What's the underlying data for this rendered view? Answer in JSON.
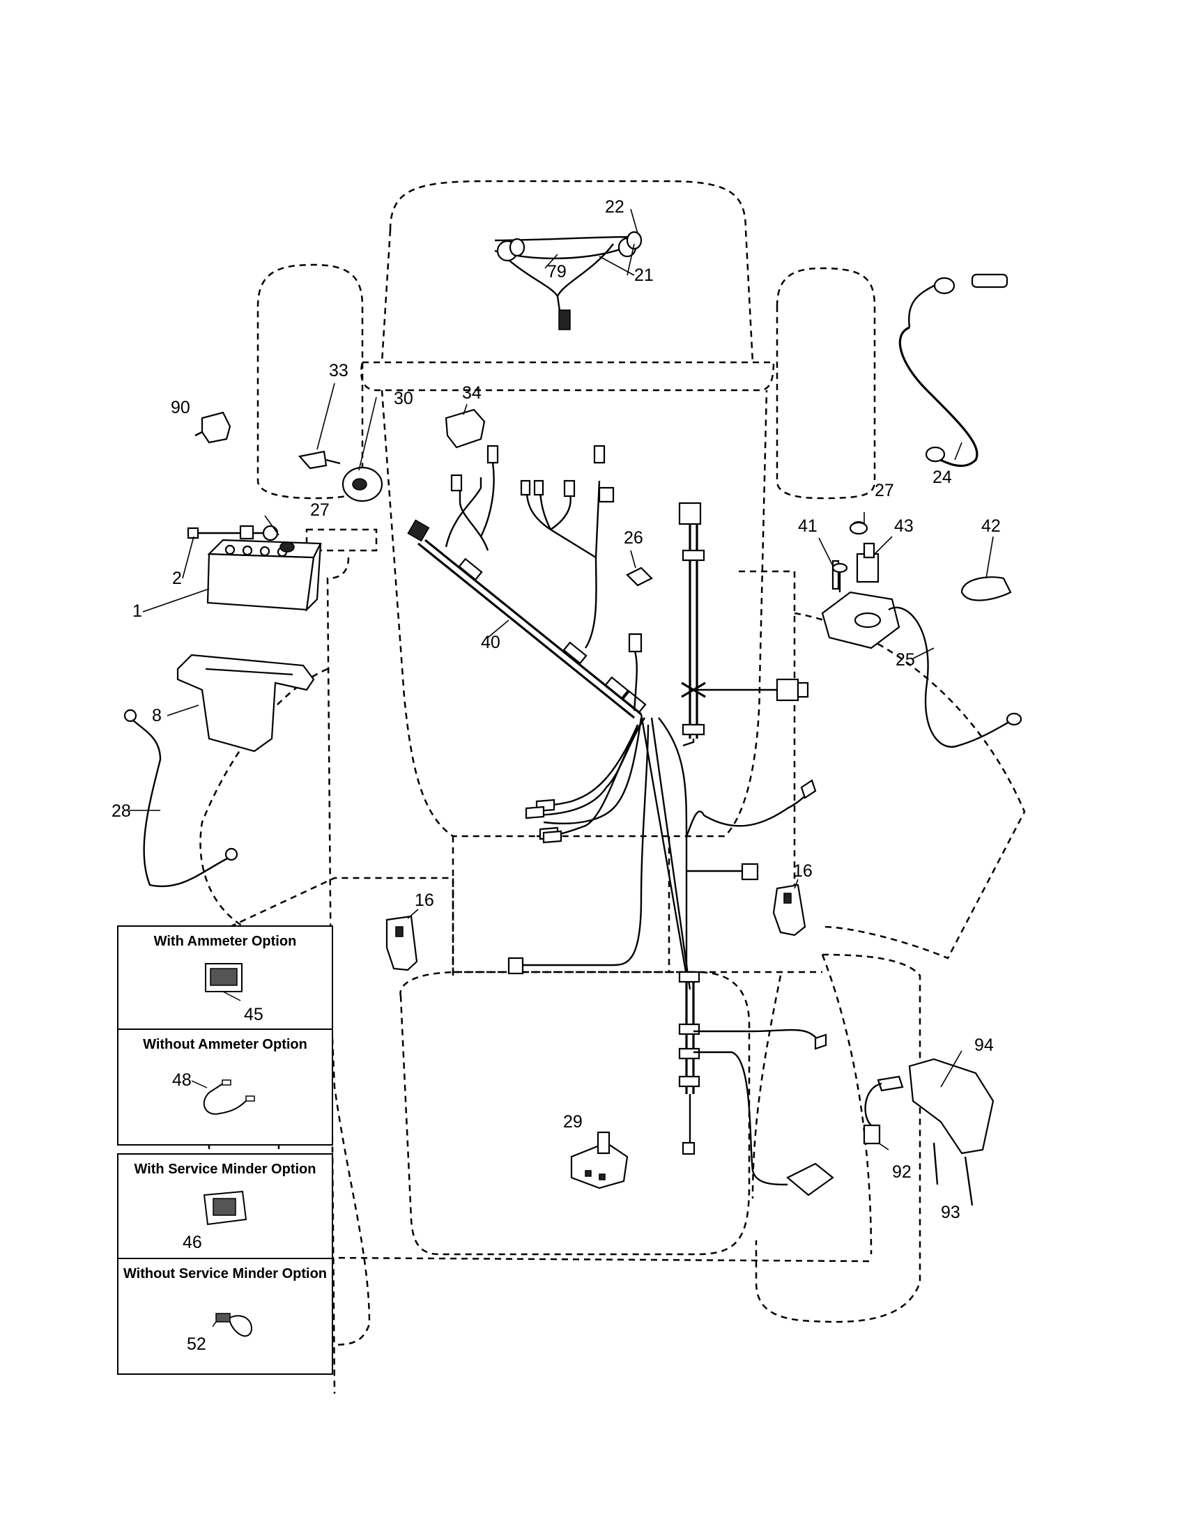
{
  "callouts": {
    "c1": "1",
    "c2": "2",
    "c8": "8",
    "c16a": "16",
    "c16b": "16",
    "c21": "21",
    "c22": "22",
    "c24": "24",
    "c25": "25",
    "c26": "26",
    "c27a": "27",
    "c27b": "27",
    "c28": "28",
    "c29": "29",
    "c30": "30",
    "c33": "33",
    "c34": "34",
    "c40": "40",
    "c41": "41",
    "c42": "42",
    "c43": "43",
    "c79": "79",
    "c90": "90",
    "c92": "92",
    "c93": "93",
    "c94": "94"
  },
  "options": {
    "ammeter": {
      "with_title": "With Ammeter Option",
      "with_part": "45",
      "without_title": "Without Ammeter Option",
      "without_part": "48"
    },
    "service_minder": {
      "with_title": "With Service Minder Option",
      "with_part": "46",
      "without_title": "Without Service Minder Option",
      "without_part": "52"
    }
  }
}
